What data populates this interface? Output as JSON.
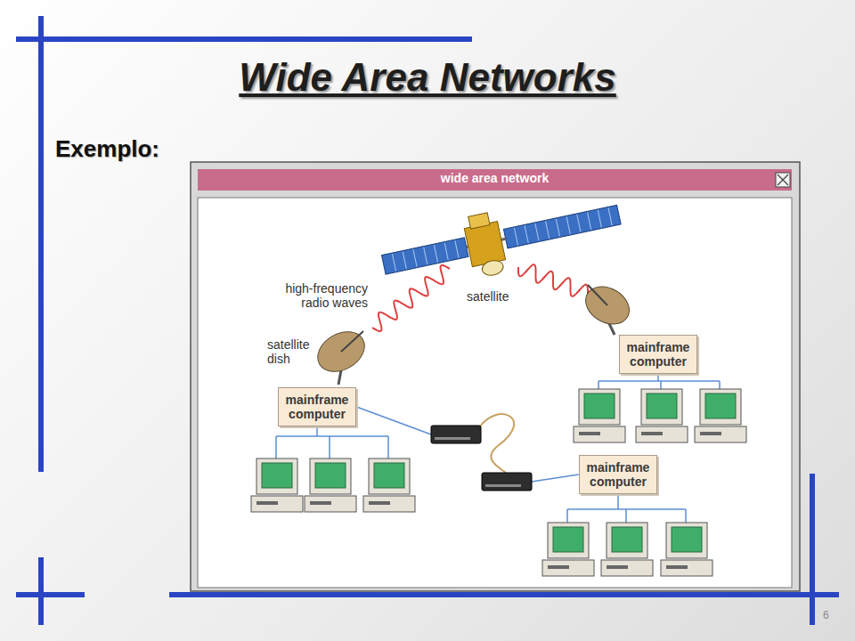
{
  "diagram": {
    "title": "Wide Area Networks",
    "nodes": [
      {
        "text": [
          "mainframe computer"
        ]
      },
      {
        "text": [
          "mainframe computer"
        ]
      },
      {
        "text": [
          "mainframe computer"
        ]
      }
    ],
    "edges": [
      {
        "from": 0,
        "to": 2,
        "arrow": "none"
      }
    ],
    "labels": [
      "Exemplo:",
      "wide area network",
      "high-frequency radio waves",
      "satellite",
      "satellite dish",
      "6"
    ]
  }
}
